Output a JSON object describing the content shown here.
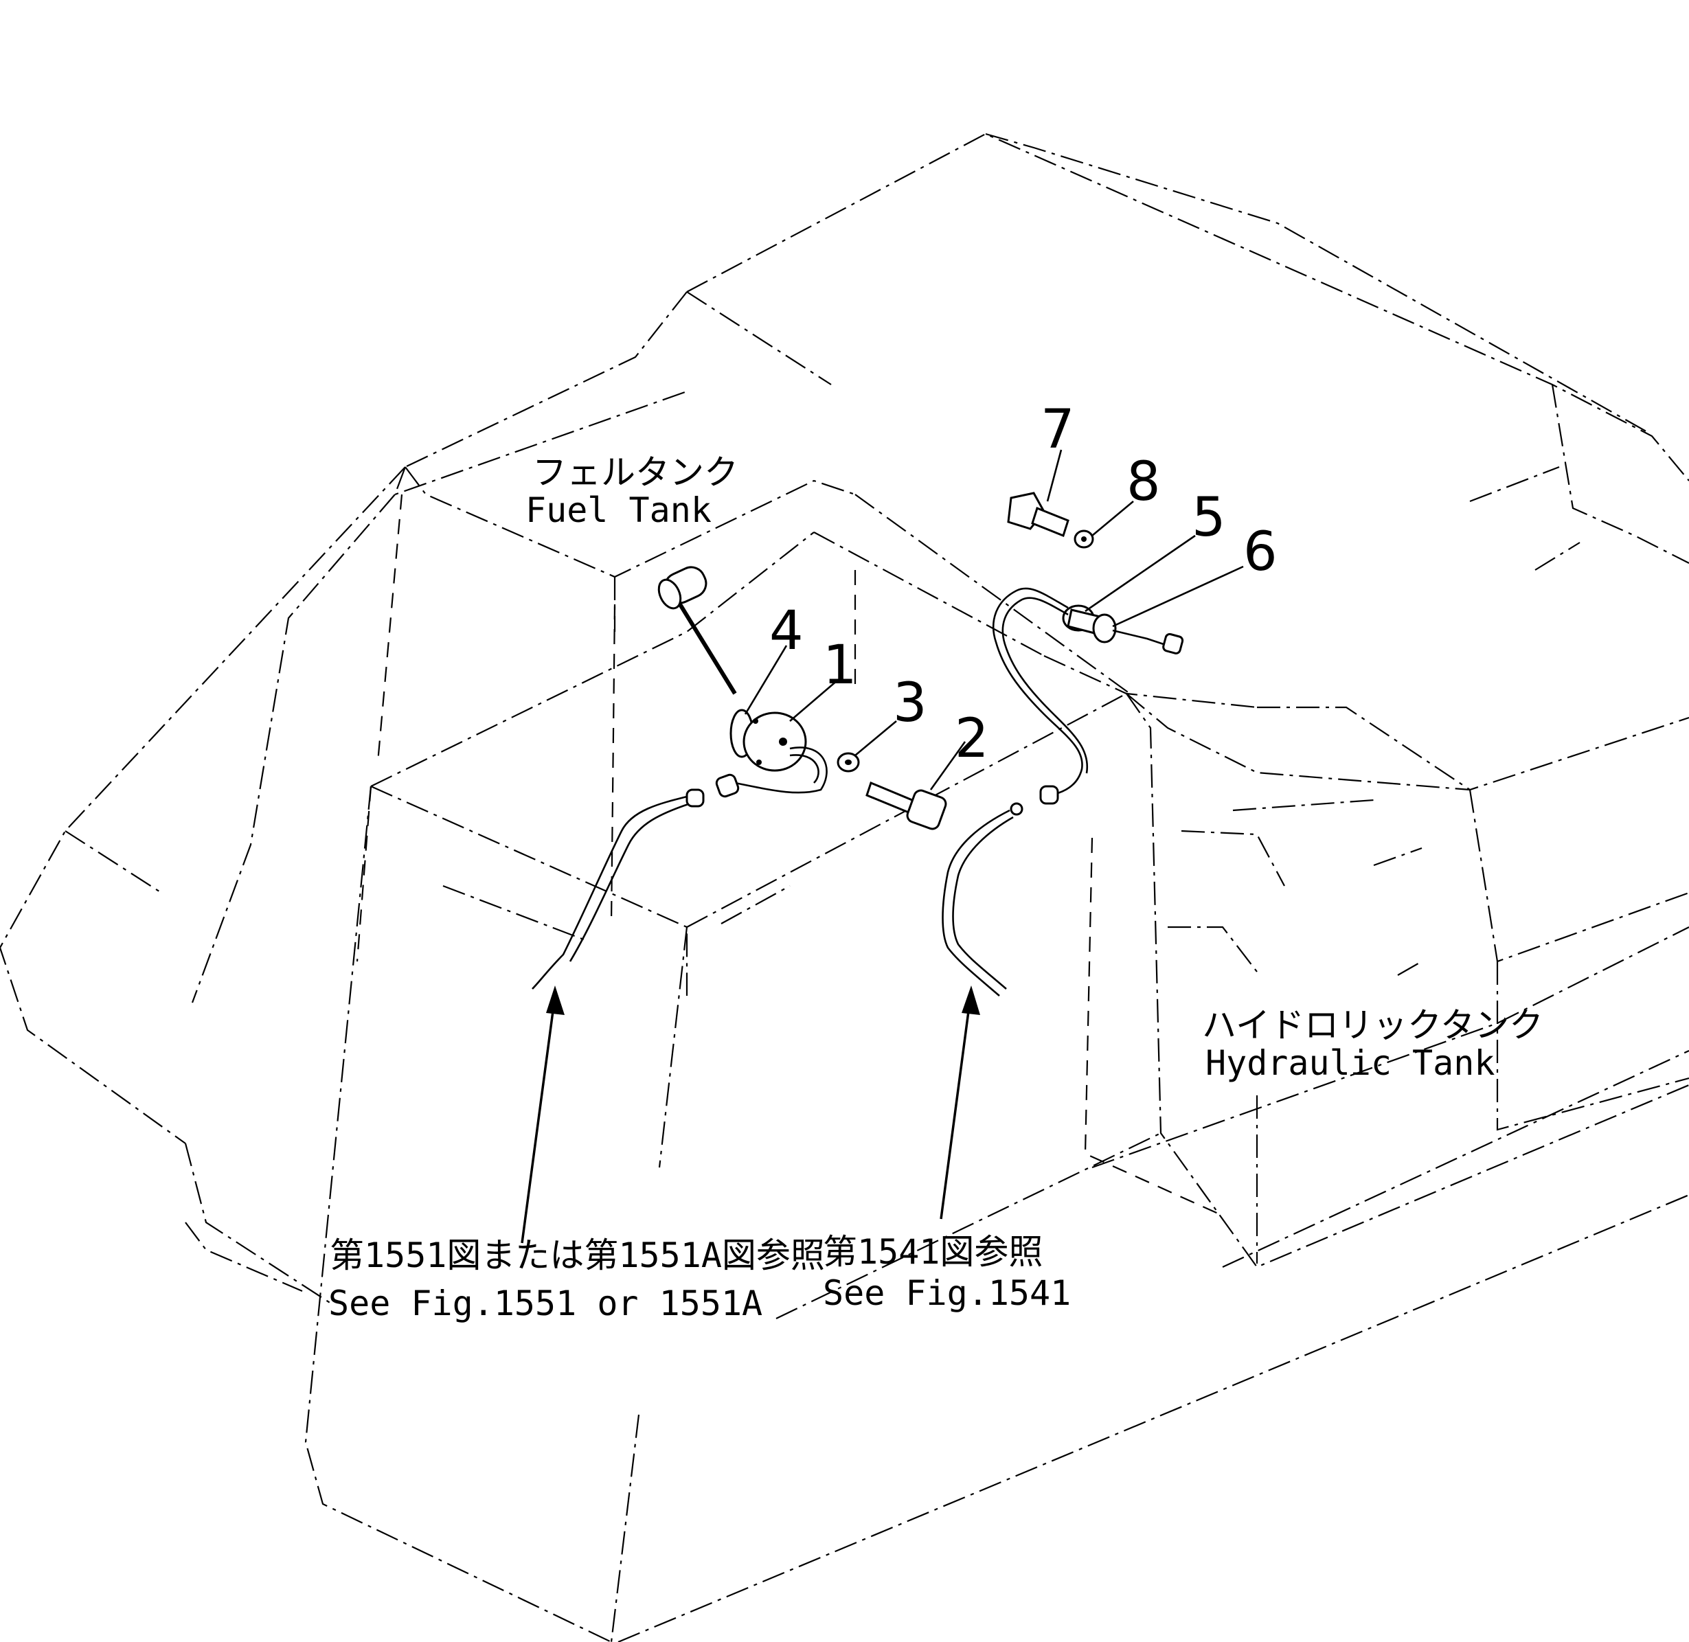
{
  "labels": {
    "fuel_tank_jp": "フェルタンク",
    "fuel_tank_en": "Fuel Tank",
    "hydraulic_tank_jp": "ハイドロリックタンク",
    "hydraulic_tank_en": "Hydraulic Tank",
    "ref_left_jp": "第1551図または第1551A図参照",
    "ref_left_en": "See Fig.1551 or 1551A",
    "ref_right_jp": "第1541図参照",
    "ref_right_en": "See Fig.1541"
  },
  "callouts": [
    "1",
    "2",
    "3",
    "4",
    "5",
    "6",
    "7",
    "8"
  ]
}
